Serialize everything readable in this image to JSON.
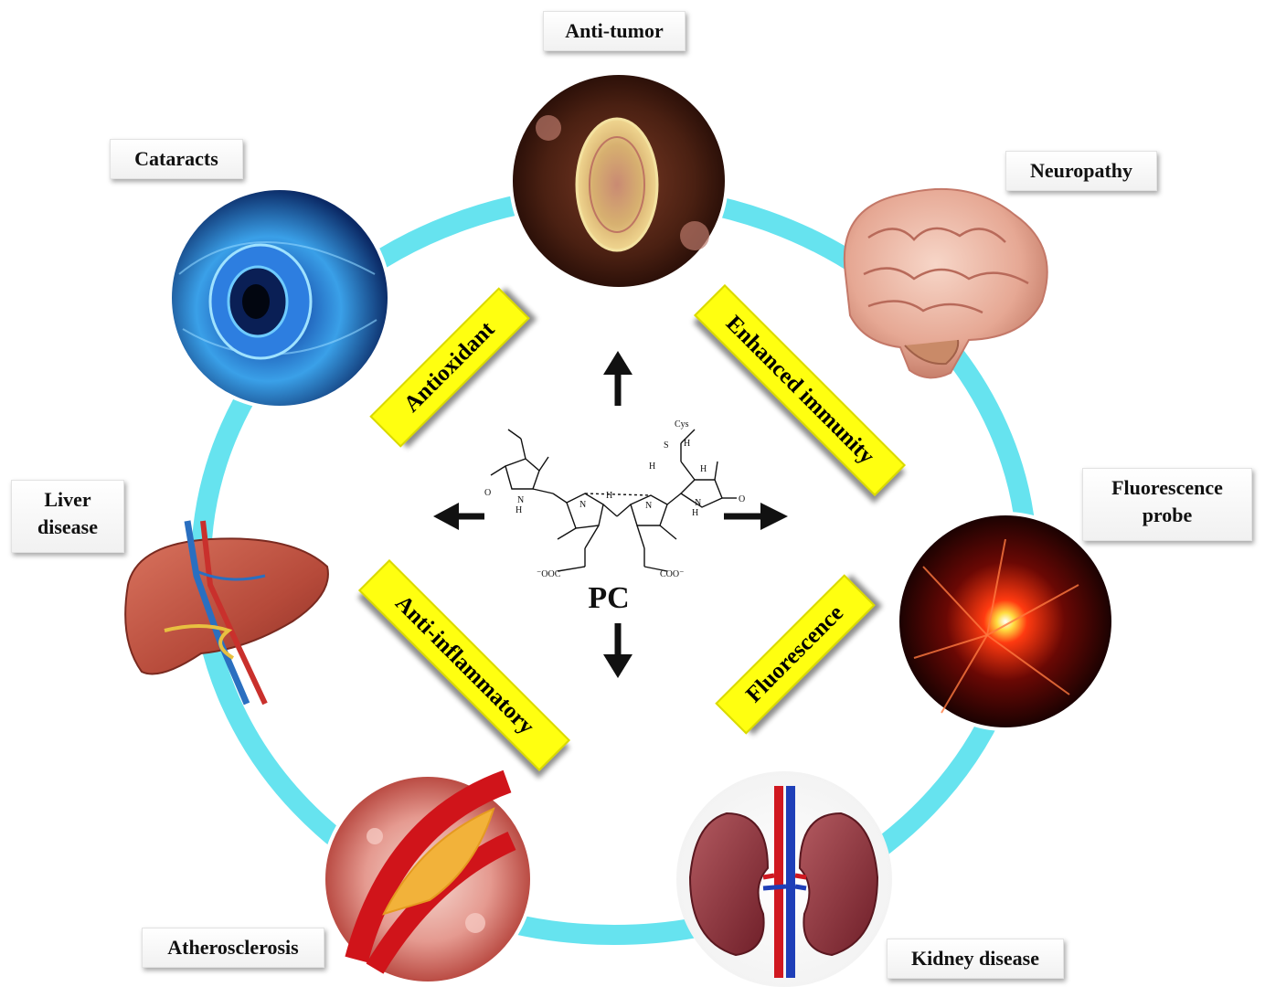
{
  "center": {
    "molecule_label": "PC",
    "atoms": {
      "cys": "Cys",
      "s": "S",
      "h": "H",
      "n": "N",
      "o": "O",
      "coo_left": "⁻OOC",
      "coo_right": "COO⁻"
    }
  },
  "effects": {
    "antioxidant": "Antioxidant",
    "enhanced_immunity": "Enhanced immunity",
    "anti_inflammatory": "Anti-inflammatory",
    "fluorescence": "Fluorescence"
  },
  "applications": {
    "anti_tumor": "Anti-tumor",
    "cataracts": "Cataracts",
    "neuropathy": "Neuropathy",
    "fluorescence_probe": "Fluorescence\nprobe",
    "liver_disease": "Liver\ndisease",
    "atherosclerosis": "Atherosclerosis",
    "kidney_disease": "Kidney disease"
  },
  "colors": {
    "ring": "#66e3ef",
    "effect_fill": "#ffff10",
    "arrow": "#111111"
  },
  "icons": {
    "anti_tumor": "tumor-cell-icon",
    "cataracts": "eye-icon",
    "neuropathy": "brain-icon",
    "fluorescence_probe": "fluorescence-burst-icon",
    "liver_disease": "liver-icon",
    "atherosclerosis": "artery-plaque-icon",
    "kidney_disease": "kidneys-icon"
  }
}
